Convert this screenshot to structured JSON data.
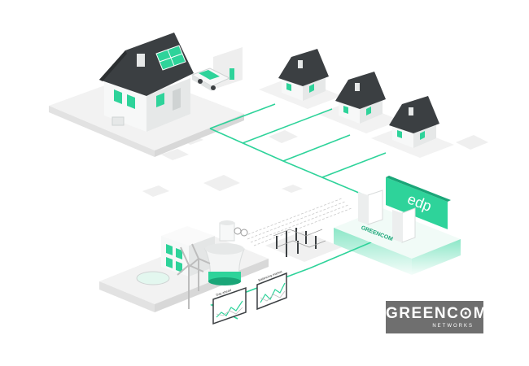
{
  "colors": {
    "accent": "#2ed39a",
    "accent_dark": "#1aa678",
    "roof": "#3b3f42",
    "wall": "#f4f5f5",
    "platform": "#ececec",
    "logo_bg": "#6f6f6f"
  },
  "nodes": {
    "edp_panel_text": "edp",
    "greencom_platform_text": "GREENCOM",
    "chart_1_caption": "Day ahead",
    "chart_2_caption": "Balancing market"
  },
  "logo": {
    "main": "GREENC⊙M",
    "sub": "NETWORKS"
  }
}
